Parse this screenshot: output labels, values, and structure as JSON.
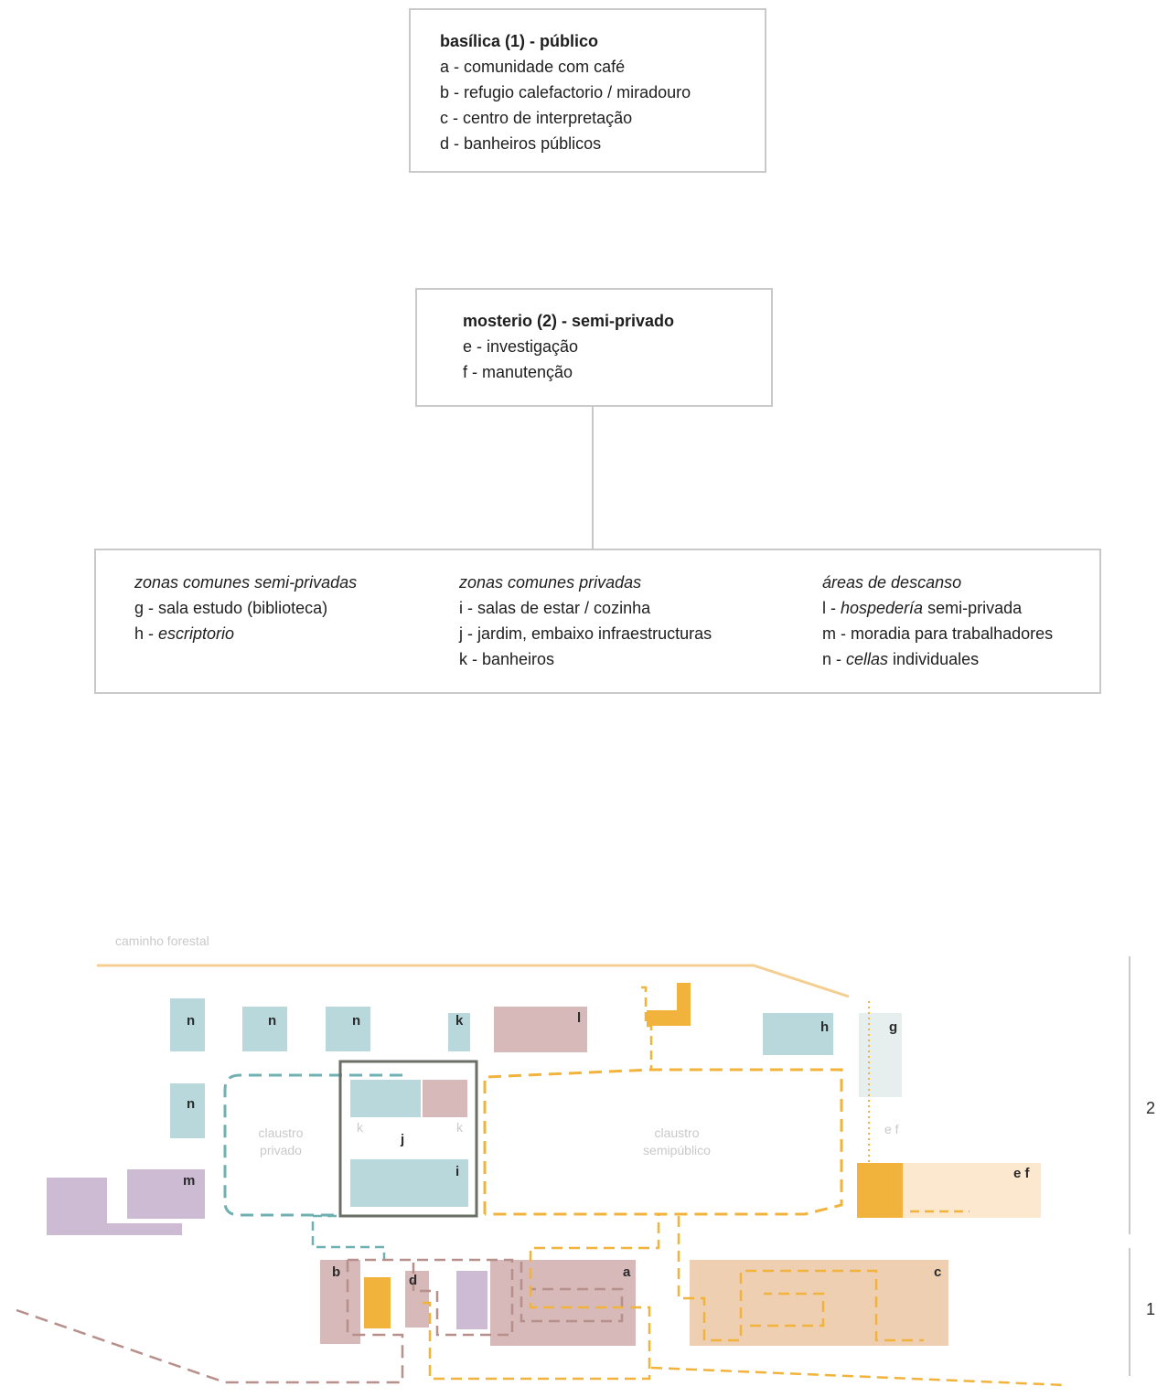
{
  "basilica": {
    "title": "basílica (1) - público",
    "items": [
      "a - comunidade com café",
      "b - refugio calefactorio / miradouro",
      "c - centro de interpretação",
      "d - banheiros públicos"
    ]
  },
  "mosteiro": {
    "title": "mosterio (2) - semi-privado",
    "items": [
      "e - investigação",
      "f - manutenção"
    ]
  },
  "zones": {
    "col1": {
      "heading": "zonas comunes semi-privadas",
      "g": "g - sala estudo (biblioteca)",
      "h_prefix": "h - ",
      "h_em": "escriptorio"
    },
    "col2": {
      "heading": "zonas comunes privadas",
      "i": "i - salas de estar / cozinha",
      "j": "j - jardim, embaixo infraestructuras",
      "k": "k - banheiros"
    },
    "col3": {
      "heading": "áreas de descanso",
      "l_prefix": "l - ",
      "l_em": "hospedería",
      "l_suffix": " semi-privada",
      "m": "m - moradia para trabalhadores",
      "n_prefix": "n - ",
      "n_em": "cellas",
      "n_suffix": " individuales"
    }
  },
  "plan": {
    "road_label": "caminho forestal",
    "claustro_privado": [
      "claustro",
      "privado"
    ],
    "claustro_semipublico": [
      "claustro",
      "semipúblico"
    ],
    "letters": {
      "n": "n",
      "k": "k",
      "l": "l",
      "h": "h",
      "g": "g",
      "m": "m",
      "j": "j",
      "i": "i",
      "a": "a",
      "b": "b",
      "c": "c",
      "d": "d",
      "ef": "e f"
    },
    "level_2": "2",
    "level_1": "1"
  },
  "colors": {
    "teal": "#b9d8dc",
    "rose": "#d6b9b8",
    "purple": "#cdbbd4",
    "orange": "#f2b33c",
    "peach": "#efcfb2",
    "light_peach": "#fbe8cf",
    "road": "#f5cf92"
  }
}
